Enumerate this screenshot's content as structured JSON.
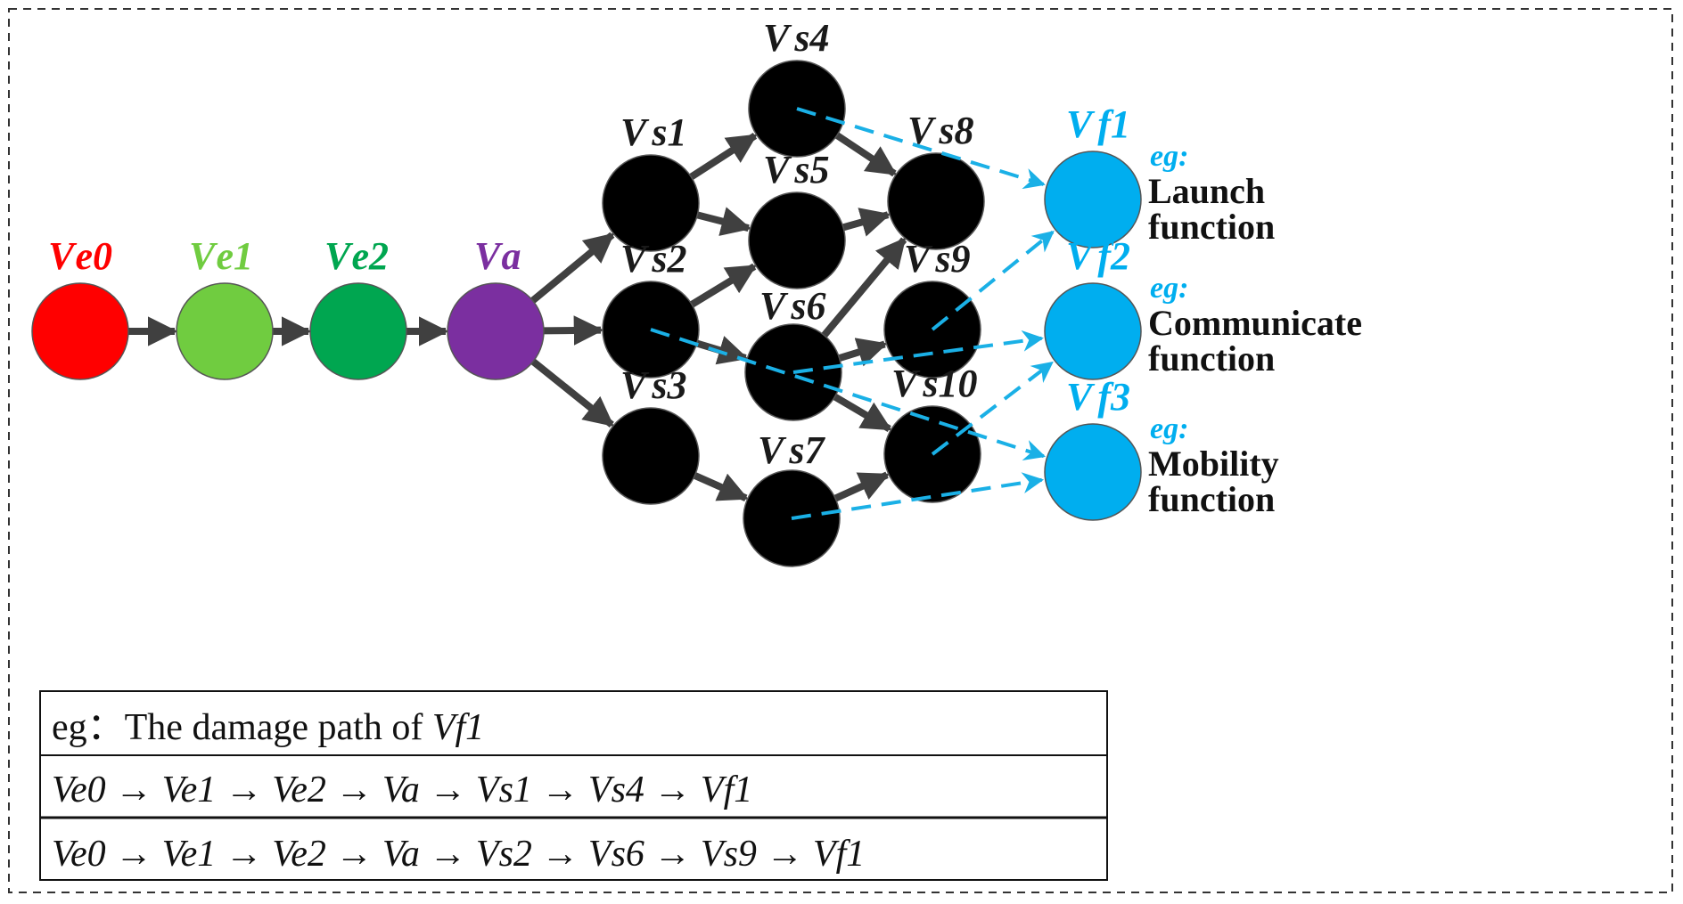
{
  "colors": {
    "edge": "#404040",
    "damage_path": "#1ab0e6",
    "node_dark": "#000000",
    "func_fill": "#00aeef"
  },
  "nodes": [
    {
      "id": "Ve0",
      "prefix": "V",
      "sub": "e0",
      "fill": "#ff0000",
      "label_color": "#ff0000"
    },
    {
      "id": "Ve1",
      "prefix": "V",
      "sub": "e1",
      "fill": "#70cc40",
      "label_color": "#70cc40"
    },
    {
      "id": "Ve2",
      "prefix": "V",
      "sub": "e2",
      "fill": "#00a650",
      "label_color": "#00a650"
    },
    {
      "id": "Va",
      "prefix": "V",
      "sub": "a",
      "fill": "#7b2fa0",
      "label_color": "#7b2fa0"
    },
    {
      "id": "Vs1",
      "prefix": "V",
      "sub": "s1",
      "fill": "#000000",
      "label_color": "#1a1a1a"
    },
    {
      "id": "Vs2",
      "prefix": "V",
      "sub": "s2",
      "fill": "#000000",
      "label_color": "#1a1a1a"
    },
    {
      "id": "Vs3",
      "prefix": "V",
      "sub": "s3",
      "fill": "#000000",
      "label_color": "#1a1a1a"
    },
    {
      "id": "Vs4",
      "prefix": "V",
      "sub": "s4",
      "fill": "#000000",
      "label_color": "#1a1a1a"
    },
    {
      "id": "Vs5",
      "prefix": "V",
      "sub": "s5",
      "fill": "#000000",
      "label_color": "#1a1a1a"
    },
    {
      "id": "Vs6",
      "prefix": "V",
      "sub": "s6",
      "fill": "#000000",
      "label_color": "#1a1a1a"
    },
    {
      "id": "Vs7",
      "prefix": "V",
      "sub": "s7",
      "fill": "#000000",
      "label_color": "#1a1a1a"
    },
    {
      "id": "Vs8",
      "prefix": "V",
      "sub": "s8",
      "fill": "#000000",
      "label_color": "#1a1a1a"
    },
    {
      "id": "Vs9",
      "prefix": "V",
      "sub": "s9",
      "fill": "#000000",
      "label_color": "#1a1a1a"
    },
    {
      "id": "Vs10",
      "prefix": "V",
      "sub": "s10",
      "fill": "#000000",
      "label_color": "#1a1a1a"
    },
    {
      "id": "Vf1",
      "prefix": "V",
      "sub": "f1",
      "fill": "#00aeef",
      "label_color": "#00aeef"
    },
    {
      "id": "Vf2",
      "prefix": "V",
      "sub": "f2",
      "fill": "#00aeef",
      "label_color": "#00aeef"
    },
    {
      "id": "Vf3",
      "prefix": "V",
      "sub": "f3",
      "fill": "#00aeef",
      "label_color": "#00aeef"
    }
  ],
  "edges": [
    {
      "from": "Ve0",
      "to": "Ve1"
    },
    {
      "from": "Ve1",
      "to": "Ve2"
    },
    {
      "from": "Ve2",
      "to": "Va"
    },
    {
      "from": "Va",
      "to": "Vs1"
    },
    {
      "from": "Va",
      "to": "Vs2"
    },
    {
      "from": "Va",
      "to": "Vs3"
    },
    {
      "from": "Vs1",
      "to": "Vs4"
    },
    {
      "from": "Vs1",
      "to": "Vs5"
    },
    {
      "from": "Vs2",
      "to": "Vs5"
    },
    {
      "from": "Vs2",
      "to": "Vs6"
    },
    {
      "from": "Vs3",
      "to": "Vs7"
    },
    {
      "from": "Vs4",
      "to": "Vs8"
    },
    {
      "from": "Vs5",
      "to": "Vs8"
    },
    {
      "from": "Vs6",
      "to": "Vs8"
    },
    {
      "from": "Vs6",
      "to": "Vs9"
    },
    {
      "from": "Vs6",
      "to": "Vs10"
    },
    {
      "from": "Vs7",
      "to": "Vs10"
    }
  ],
  "damage_edges": [
    {
      "from": "Vs4",
      "to": "Vf1"
    },
    {
      "from": "Vs9",
      "to": "Vf1"
    },
    {
      "from": "Vs6",
      "to": "Vf2"
    },
    {
      "from": "Vs10",
      "to": "Vf2"
    },
    {
      "from": "Vs2",
      "to": "Vf3"
    },
    {
      "from": "Vs7",
      "to": "Vf3"
    }
  ],
  "functions": [
    {
      "node": "Vf1",
      "eg": "eg:",
      "line1": "Launch",
      "line2": "function"
    },
    {
      "node": "Vf2",
      "eg": "eg:",
      "line1": "Communicate",
      "line2": "function"
    },
    {
      "node": "Vf3",
      "eg": "eg:",
      "line1": "Mobility",
      "line2": "function"
    }
  ],
  "table": {
    "header_prefix": "eg：The damage path of ",
    "header_node": "Vf1",
    "arrow": "→",
    "paths": [
      [
        "Ve0",
        "Ve1",
        "Ve2",
        "Va",
        "Vs1",
        "Vs4",
        "Vf1"
      ],
      [
        "Ve0",
        "Ve1",
        "Ve2",
        "Va",
        "Vs2",
        "Vs6",
        "Vs9",
        "Vf1"
      ]
    ]
  }
}
